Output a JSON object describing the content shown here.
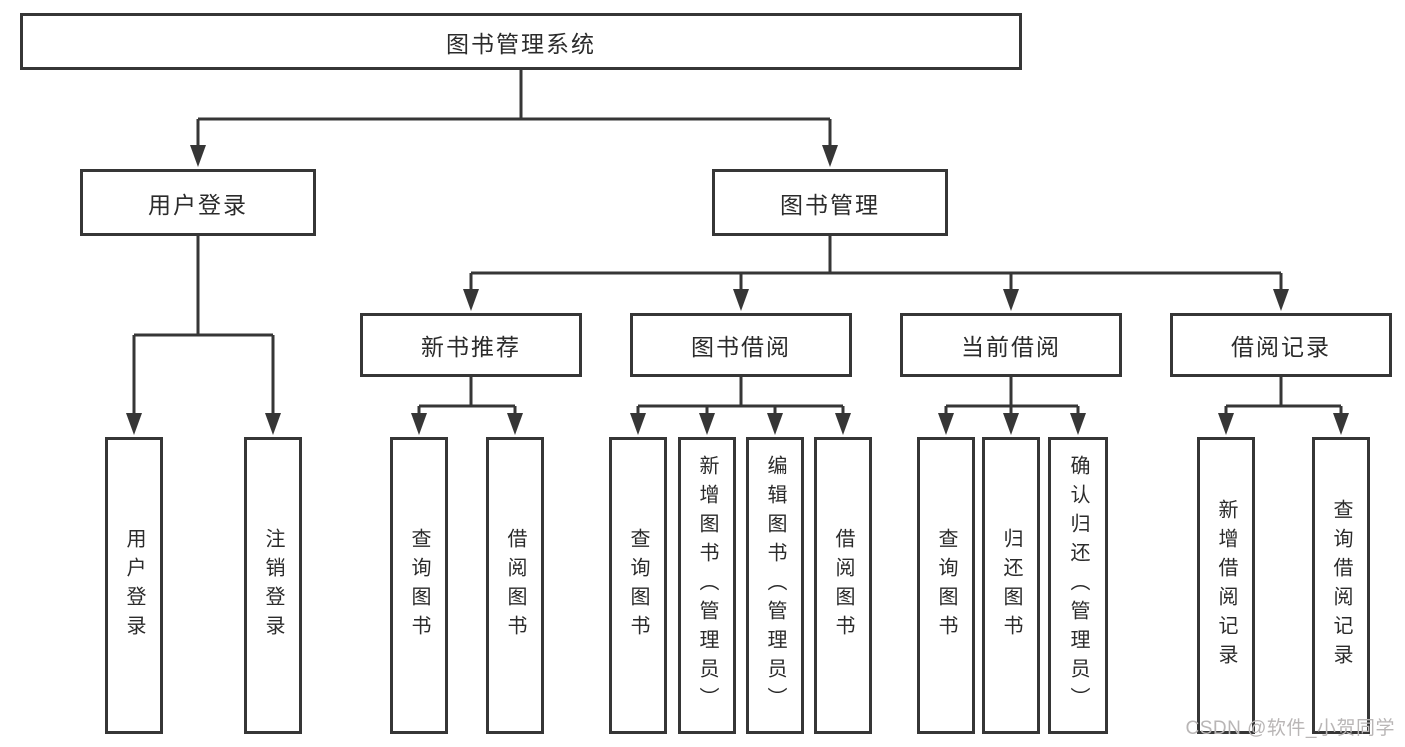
{
  "diagram": {
    "root": {
      "label": "图书管理系统"
    },
    "branches": [
      {
        "label": "用户登录",
        "children": [
          {
            "label": "用户登录"
          },
          {
            "label": "注销登录"
          }
        ]
      },
      {
        "label": "图书管理",
        "children": [
          {
            "label": "新书推荐",
            "children": [
              {
                "label": "查询图书"
              },
              {
                "label": "借阅图书"
              }
            ]
          },
          {
            "label": "图书借阅",
            "children": [
              {
                "label": "查询图书"
              },
              {
                "label": "新增图书（管理员）"
              },
              {
                "label": "编辑图书（管理员）"
              },
              {
                "label": "借阅图书"
              }
            ]
          },
          {
            "label": "当前借阅",
            "children": [
              {
                "label": "查询图书"
              },
              {
                "label": "归还图书"
              },
              {
                "label": "确认归还（管理员）"
              }
            ]
          },
          {
            "label": "借阅记录",
            "children": [
              {
                "label": "新增借阅记录"
              },
              {
                "label": "查询借阅记录"
              }
            ]
          }
        ]
      }
    ]
  },
  "watermark": {
    "label": "CSDN @软件_小贺同学"
  },
  "colors": {
    "line": "#363636",
    "text": "#2b2b2b",
    "box_background": "#ffffff",
    "watermark": "#b9b6b6",
    "page_background": "#ffffff"
  }
}
